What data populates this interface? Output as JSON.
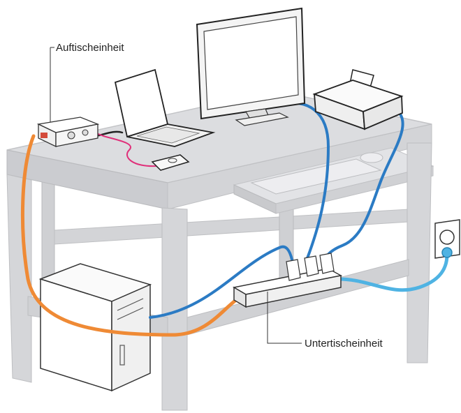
{
  "labels": {
    "top_unit": "Auftischeinheit",
    "under_unit": "Untertischeinheit"
  },
  "colors": {
    "desk": "#d9dadc",
    "desk_edge": "#c3c4c7",
    "cable_orange": "#ef8a35",
    "cable_blue": "#2b7bc4",
    "cable_lightblue": "#4fb3e3",
    "cable_pink": "#e0307a",
    "cable_black": "#222222",
    "device_white": "#f4f4f4",
    "outline": "#333333"
  },
  "icons": [
    "desk-illustration",
    "monitor-icon",
    "laptop-icon",
    "printer-icon",
    "pc-tower-icon",
    "power-strip-icon",
    "wall-socket-icon",
    "mp3-player-icon",
    "keyboard-tray-icon"
  ]
}
